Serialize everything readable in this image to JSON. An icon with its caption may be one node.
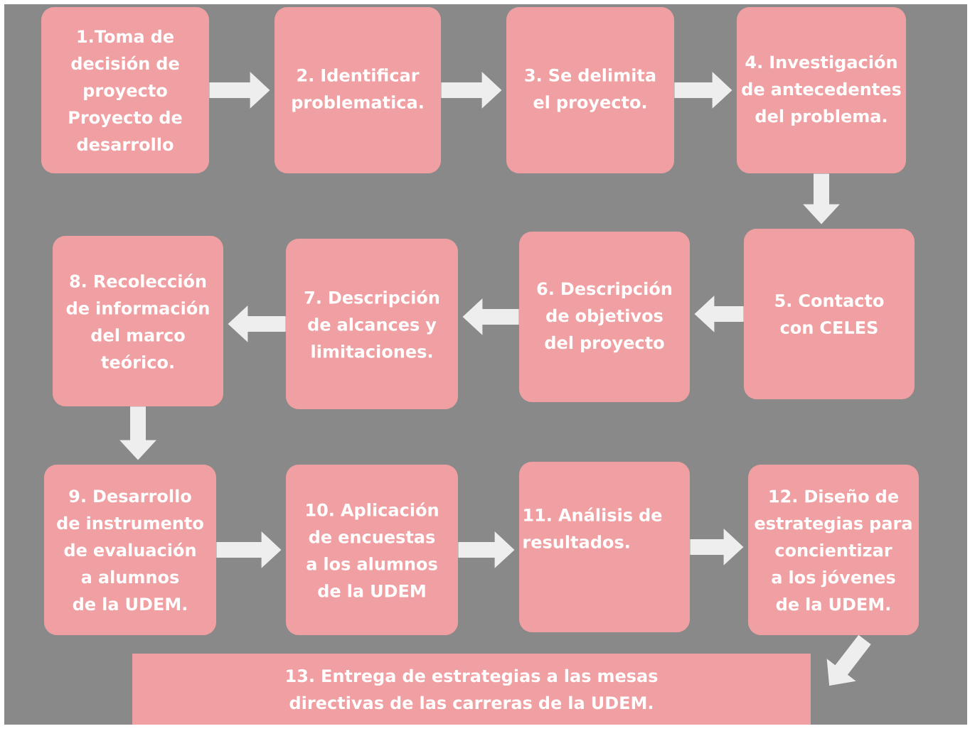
{
  "diagram": {
    "nodes": [
      {
        "text": [
          "1.Toma de decisión de proyecto Proyecto de desarrollo"
        ]
      },
      {
        "text": [
          "2. Identificar problematica."
        ]
      },
      {
        "text": [
          "3. Se delimita el proyecto."
        ]
      },
      {
        "text": [
          "4. Investigación de antecedentes del problema."
        ]
      },
      {
        "text": [
          "5. Contacto con CELES"
        ]
      },
      {
        "text": [
          "6. Descripción de objetivos del proyecto"
        ]
      },
      {
        "text": [
          "7. Descripción de alcances y limitaciones."
        ]
      },
      {
        "text": [
          "8. Recolección de información del marco teórico."
        ]
      },
      {
        "text": [
          "9. Desarrollo de instrumento de evaluación a alumnos de la UDEM."
        ]
      },
      {
        "text": [
          "10. Aplicación de encuestas a los alumnos de la UDEM"
        ]
      },
      {
        "text": [
          "11. Análisis de resultados."
        ]
      },
      {
        "text": [
          "12. Diseño de estrategias para concientizar a los jóvenes de la UDEM."
        ]
      },
      {
        "text": [
          "13. Entrega de estrategias a las mesas directivas de las carreras de la UDEM."
        ]
      }
    ],
    "edges": [
      {
        "from": 0,
        "to": 1,
        "arrow": "to"
      },
      {
        "from": 1,
        "to": 2,
        "arrow": "to"
      },
      {
        "from": 2,
        "to": 3,
        "arrow": "to"
      },
      {
        "from": 3,
        "to": 4,
        "arrow": "to"
      },
      {
        "from": 4,
        "to": 5,
        "arrow": "to"
      },
      {
        "from": 5,
        "to": 6,
        "arrow": "to"
      },
      {
        "from": 6,
        "to": 7,
        "arrow": "to"
      },
      {
        "from": 7,
        "to": 8,
        "arrow": "to"
      },
      {
        "from": 8,
        "to": 9,
        "arrow": "to"
      },
      {
        "from": 9,
        "to": 10,
        "arrow": "to"
      },
      {
        "from": 10,
        "to": 11,
        "arrow": "to"
      },
      {
        "from": 11,
        "to": 12,
        "arrow": "to"
      }
    ]
  }
}
